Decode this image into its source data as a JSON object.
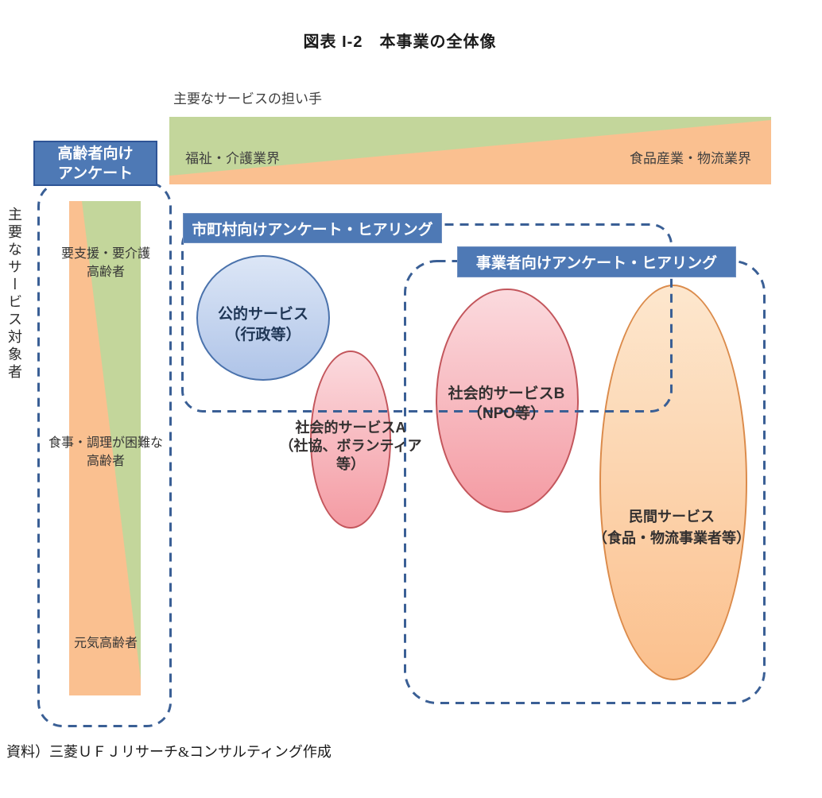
{
  "figure": {
    "title": "図表 I-2　本事業の全体像",
    "source": "資料）三菱ＵＦＪリサーチ&コンサルティング作成"
  },
  "providers_axis": {
    "label": "主要なサービスの担い手",
    "left_industry": "福祉・介護業界",
    "right_industry": "食品産業・物流業界"
  },
  "recipients_axis": {
    "label": "主要なサービス対象者",
    "groups": [
      {
        "lines": [
          "要支援・要介護",
          "高齢者"
        ]
      },
      {
        "lines": [
          "食事・調理が困難な",
          "高齢者"
        ]
      },
      {
        "lines": [
          "元気高齢者"
        ]
      }
    ]
  },
  "surveys": {
    "elderly": {
      "lines": [
        "高齢者向け",
        "アンケート"
      ]
    },
    "municipality": {
      "label": "市町村向けアンケート・ヒアリング"
    },
    "business": {
      "label": "事業者向けアンケート・ヒアリング"
    }
  },
  "services": {
    "public": {
      "lines": [
        "公的サービス",
        "（行政等）"
      ]
    },
    "social_a": {
      "lines": [
        "社会的サービスA",
        "（社協、ボランティア",
        "等）"
      ]
    },
    "social_b": {
      "lines": [
        "社会的サービスB",
        "（NPO等）"
      ]
    },
    "private": {
      "lines": [
        "民間サービス",
        "（食品・物流事業者等）"
      ]
    }
  },
  "colors": {
    "green": "#C3D69B",
    "orange": "#FAC090",
    "header_blue": "#4E79B5",
    "header_border": "#2E5496",
    "dash_blue": "#3A5F95",
    "public_fill_top": "#DCE6F6",
    "public_fill_bottom": "#AFC4E8",
    "public_border": "#4A72AC",
    "social_fill_top": "#FBDADE",
    "social_fill_bottom": "#F49BA3",
    "social_border": "#C3565C",
    "private_fill_top": "#FDE7CE",
    "private_fill_bottom": "#FBC08D",
    "private_border": "#DB8B4B"
  }
}
